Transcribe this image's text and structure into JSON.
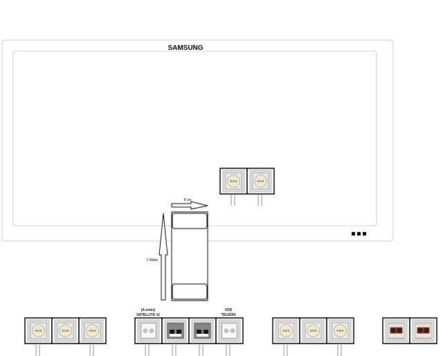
{
  "tv": {
    "brand": "SAMSUNG"
  },
  "dimensions": {
    "width_label": "8 cm",
    "height_label": "1 Mètre"
  },
  "labels": {
    "satellite_line1": "(A créer)",
    "satellite_line2": "SATELLITE x2",
    "vod_line1": "VOD",
    "vod_line2": "TELEDIS"
  },
  "colors": {
    "outlet_face": "#efe8d4",
    "frame": "#c8c8c8",
    "cable": "#8a8aa8",
    "speaker_red": "#c0282a"
  }
}
